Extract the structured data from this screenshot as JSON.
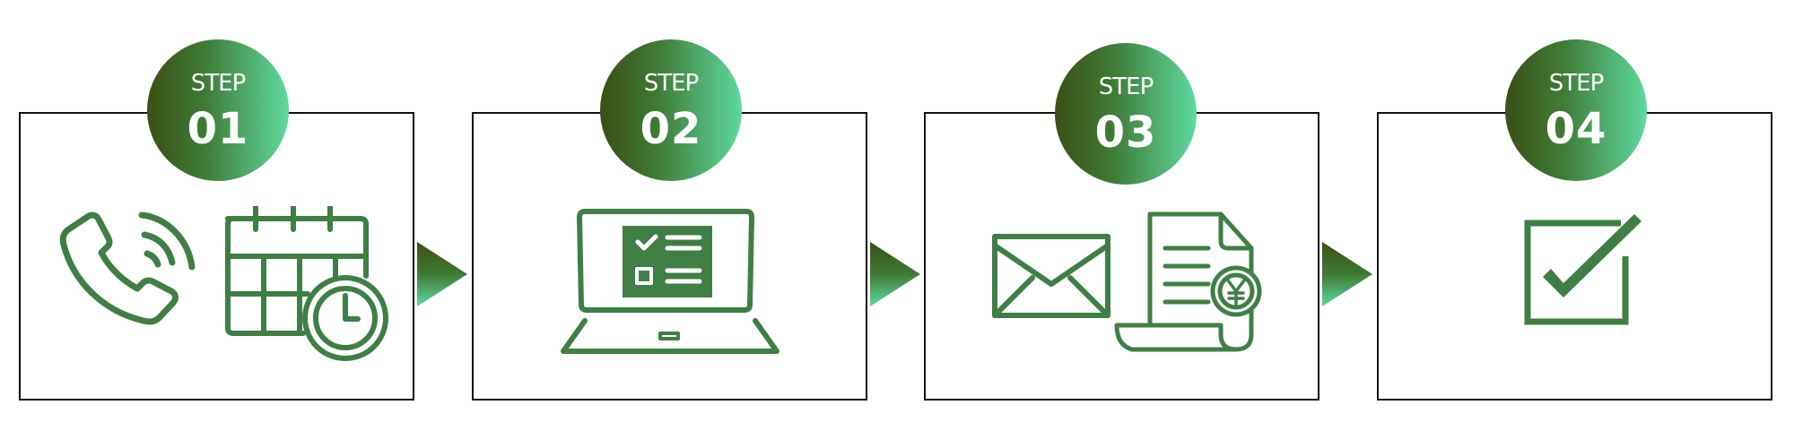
{
  "colors": {
    "icon_green": "#3f7f45",
    "badge_dark": "#3b4f15",
    "badge_mid": "#3f7a35",
    "badge_light": "#5fd9a0",
    "border": "#111111"
  },
  "steps": [
    {
      "label": "STEP",
      "number": "01",
      "icons": [
        "phone-icon",
        "calendar-clock-icon"
      ]
    },
    {
      "label": "STEP",
      "number": "02",
      "icons": [
        "laptop-checklist-icon"
      ]
    },
    {
      "label": "STEP",
      "number": "03",
      "icons": [
        "envelope-icon",
        "invoice-yen-icon"
      ]
    },
    {
      "label": "STEP",
      "number": "04",
      "icons": [
        "checkbox-check-icon"
      ]
    }
  ]
}
